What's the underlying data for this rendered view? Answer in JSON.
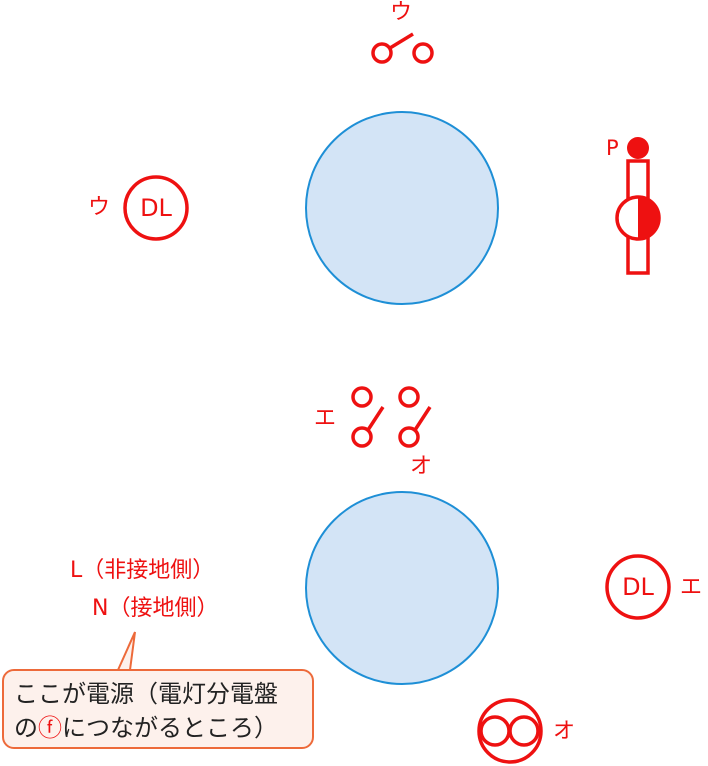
{
  "colors": {
    "symbol": "#ee1111",
    "room_fill": "#d3e4f6",
    "room_stroke": "#1e8fd6",
    "callout_fill": "#fdf1ec",
    "callout_border": "#ed6a3a",
    "callout_text": "#222222"
  },
  "upper_room": {
    "switch_u": {
      "label": "ウ",
      "symbol": "switch-single"
    },
    "downlight_u": {
      "label": "ウ",
      "symbol_text": "DL"
    },
    "pilot_receptacle": {
      "label": "P",
      "symbol": "pilot-lamp-with-receptacle"
    }
  },
  "lower_room": {
    "switch_e": {
      "label": "エ",
      "symbol": "switch-single"
    },
    "switch_o": {
      "label": "オ",
      "symbol": "switch-single"
    },
    "downlight_e": {
      "label": "エ",
      "symbol_text": "DL"
    },
    "outlet_o": {
      "label": "オ",
      "symbol": "duplex-receptacle"
    }
  },
  "power_source": {
    "line_l": "L（非接地側）",
    "line_n": "N（接地側）"
  },
  "callout": {
    "line1": "ここが電源（電灯分電盤",
    "line2_prefix": "の",
    "line2_marker": "ⓕ",
    "line2_suffix": "につながるところ）"
  }
}
